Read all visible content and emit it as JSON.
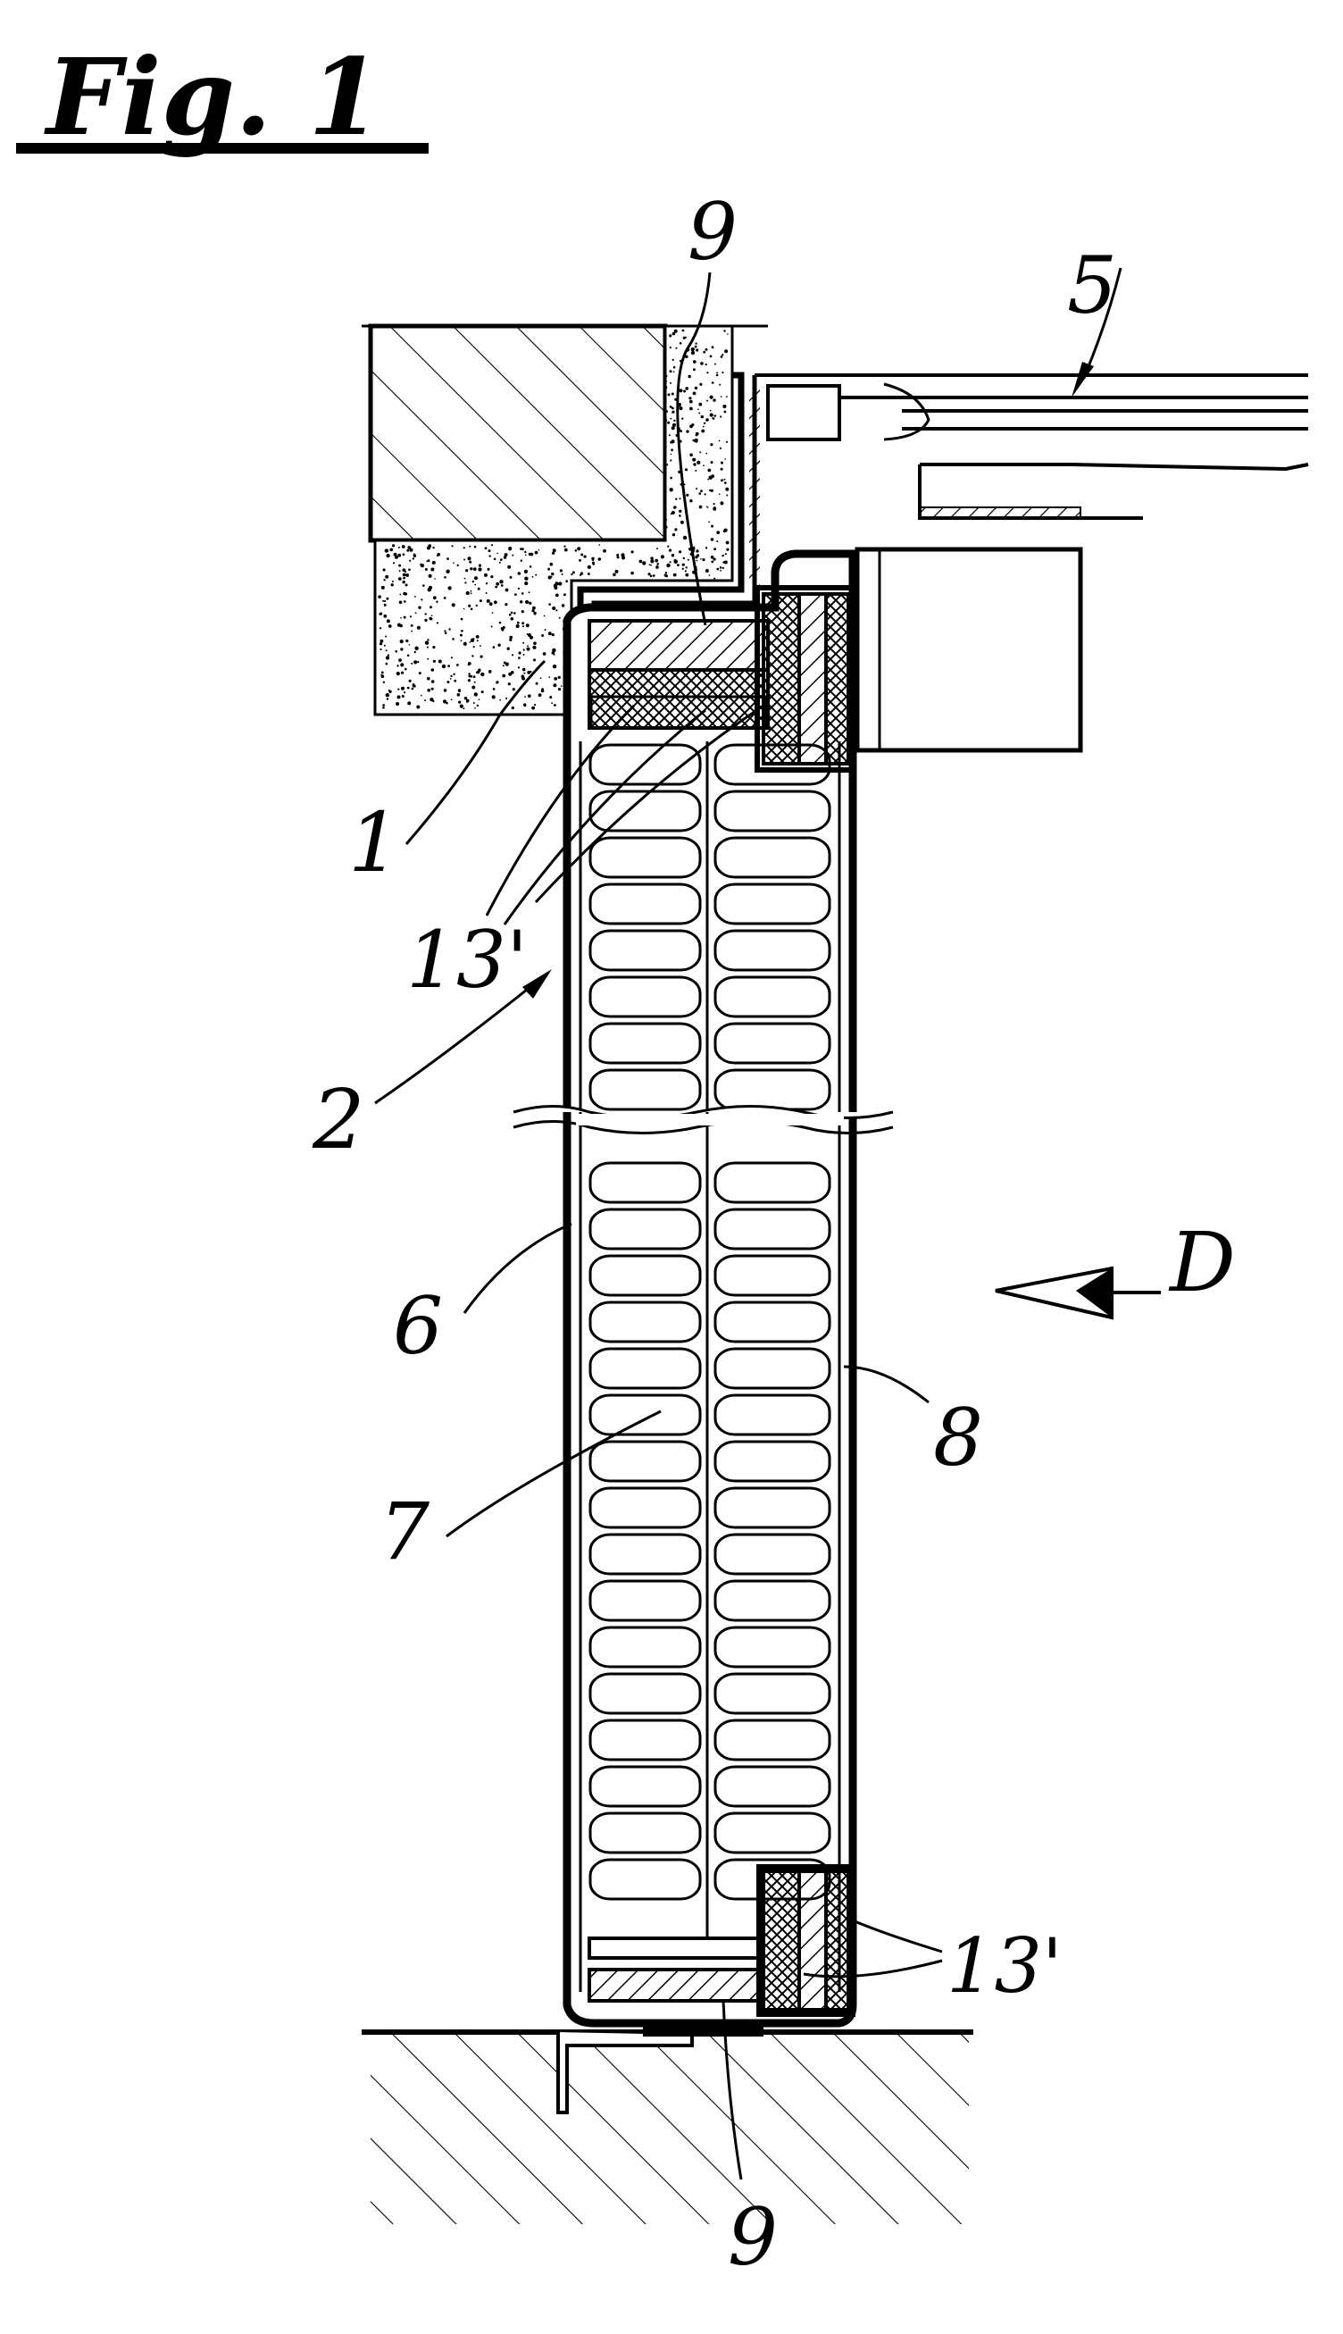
{
  "figure": {
    "title": "Fig. 1"
  },
  "labels": {
    "l9_top": "9",
    "l5": "5",
    "l1": "1",
    "l13_top": "13'",
    "l2": "2",
    "lD": "D",
    "l6": "6",
    "l8": "8",
    "l7": "7",
    "l13_bottom": "13'",
    "l9_bottom": "9"
  },
  "colors": {
    "ink": "#000000",
    "paper": "#ffffff"
  }
}
